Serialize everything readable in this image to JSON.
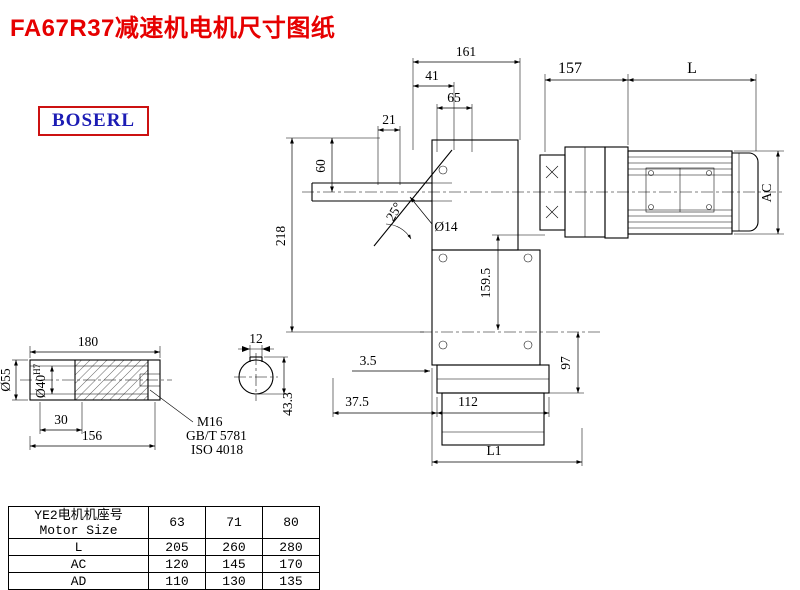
{
  "page": {
    "title": "FA67R37减速机电机尺寸图纸",
    "logo_text": "BOSERL"
  },
  "main_view": {
    "dims": {
      "w161": "161",
      "w41": "41",
      "w65": "65",
      "w21": "21",
      "h60": "60",
      "h218": "218",
      "hole": "Ø14",
      "angle": "25°",
      "w157": "157",
      "motor_len": "L",
      "motor_dia": "AC",
      "h159_5": "159.5",
      "h97": "97",
      "t3_5": "3.5",
      "w37_5": "37.5",
      "w112": "112",
      "base_len": "L1"
    }
  },
  "shaft_view": {
    "dims": {
      "len180": "180",
      "key12": "12",
      "dia55": "Ø55",
      "dia40": "Ø40",
      "dia40_tol": "H7",
      "len30": "30",
      "len156": "156",
      "thread": "M16",
      "std1": "GB/T 5781",
      "std2": "ISO 4018",
      "key43": "43.3"
    }
  },
  "table": {
    "header_cn": "YE2电机机座号",
    "header_en": "Motor Size",
    "sizes": [
      "63",
      "71",
      "80"
    ],
    "rows": [
      {
        "label": "L",
        "values": [
          "205",
          "260",
          "280"
        ]
      },
      {
        "label": "AC",
        "values": [
          "120",
          "145",
          "170"
        ]
      },
      {
        "label": "AD",
        "values": [
          "110",
          "130",
          "135"
        ]
      }
    ]
  }
}
